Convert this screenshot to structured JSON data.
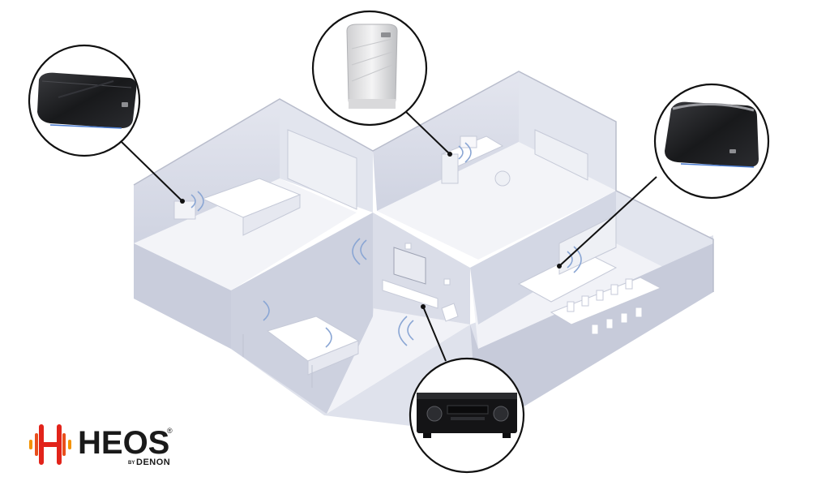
{
  "logo": {
    "wordmark": "HEOS",
    "registered": "®",
    "by": "BY",
    "brand": "DENON"
  },
  "colors": {
    "wall": "#d7dae6",
    "wall_light": "#eceef4",
    "floor": "#f6f7fa",
    "outline": "#111111",
    "speaker_black": "#1b1b1d",
    "speaker_white": "#e9e9ea",
    "wave": "#8aa6d4",
    "logo_red": "#e2231a",
    "logo_orange": "#f39200"
  },
  "callouts": [
    {
      "name": "heos-speaker-black-bedroom",
      "device": "black-wireless-speaker"
    },
    {
      "name": "heos-speaker-white-office",
      "device": "white-tower-speaker"
    },
    {
      "name": "heos-speaker-black-kitchen",
      "device": "black-wireless-speaker"
    },
    {
      "name": "heos-av-receiver-livingroom",
      "device": "av-receiver"
    }
  ]
}
